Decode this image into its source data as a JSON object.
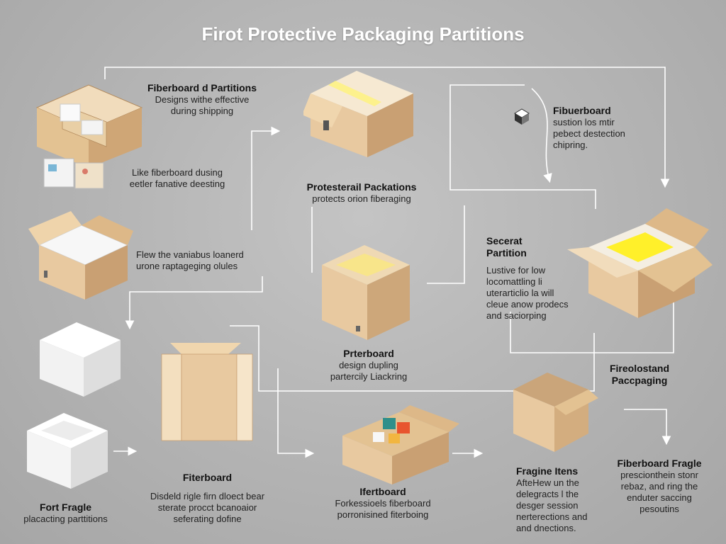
{
  "title": "Firot Protective Packaging Partitions",
  "colors": {
    "background": "#b3b3b3",
    "cardboard": "#e8c9a0",
    "cardboard_dark": "#c9a073",
    "foam": "#f4f4f4",
    "insert": "#f5e65a",
    "connector": "#ffffff"
  },
  "labels": {
    "fiberboard_partitions": {
      "heading": "Fiberboard d Partitions",
      "lines": [
        "Designs withe effective",
        "during shipping"
      ]
    },
    "like_fiberboard": {
      "lines": [
        "Like fiberboard dusing",
        "eetler fanative deesting"
      ]
    },
    "fibuerboard": {
      "heading": "Fibuerboard",
      "lines": [
        "sustion los mtir",
        "pebect destection",
        "chipring."
      ]
    },
    "protesterail": {
      "heading": "Protesterail Packations",
      "lines": [
        "protects orion fiberaging"
      ]
    },
    "flew": {
      "lines": [
        "Flew the vaniabus loanerd",
        "urone raptageging olules"
      ]
    },
    "secerat": {
      "heading": "Secerat",
      "heading2": "Partition",
      "lines": [
        "Lustive for low",
        "locomattling li",
        "uterarticlio la will",
        "cleue anow prodecs",
        "and saciorping"
      ]
    },
    "prterboard": {
      "heading": "Prterboard",
      "lines": [
        "design dupling",
        "partercily Liackring"
      ]
    },
    "fireolostand": {
      "heading": "Fireolostand",
      "heading2": "Paccpaging"
    },
    "fiterboard": {
      "heading": "Fiterboard",
      "lines": [
        "Disdeld rigle firn dloect bear",
        "sterate procct bcanoaior",
        "seferating dofine"
      ]
    },
    "fort_fragle": {
      "heading": "Fort Fragle",
      "lines": [
        "placacting parttitions"
      ]
    },
    "ifertboard": {
      "heading": "Ifertboard",
      "lines": [
        "Forkessioels fiberboard",
        "porronisined fiterboing"
      ]
    },
    "fragine_itens": {
      "heading": "Fragine Itens",
      "lines": [
        "AfteHew un the",
        "delegracts l the",
        "desger session",
        "nerterections and",
        "and dnections."
      ]
    },
    "fiberboard_fragle": {
      "heading": "Fiberboard Fragle",
      "lines": [
        "prescionthein stonr",
        "rebaz, and ring the",
        "enduter saccing",
        "pesoutins"
      ]
    }
  },
  "illustrations": [
    "divided-box",
    "sealed-box",
    "open-box-foam",
    "tall-open-box",
    "open-box-insert",
    "foam-block",
    "foam-tray",
    "unfolded-box",
    "filled-box",
    "empty-open-box",
    "mini-box"
  ]
}
